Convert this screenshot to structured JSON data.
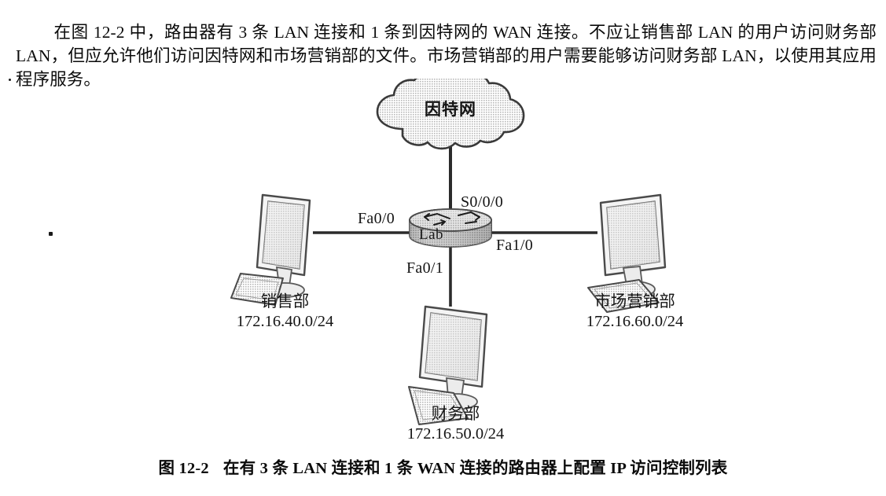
{
  "document": {
    "paragraph_lines": [
      "在图 12-2 中，路由器有 3 条 LAN 连接和 1 条到因特网的 WAN 连接。不应让销售部 LAN 的用户访问财务部 LAN，但应允许他们访问因特网和市场营销部的文件。市场营销部的用户需要能够访问财务部 LAN，以使用其应用程序服务。"
    ],
    "figure_caption": {
      "number": "图 12-2",
      "title": "在有 3 条 LAN 连接和 1 条 WAN 连接的路由器上配置 IP 访问控制列表"
    }
  },
  "diagram": {
    "type": "network-topology",
    "cloud": {
      "label": "因特网"
    },
    "router": {
      "label": "Lab",
      "icon": "router-cylinder-icon"
    },
    "interfaces": {
      "wan": "S0/0/0",
      "lan_left": "Fa0/0",
      "lan_right": "Fa1/0",
      "lan_bottom": "Fa0/1"
    },
    "nodes": [
      {
        "id": "sales",
        "name": "销售部",
        "subnet": "172.16.40.0/24",
        "icon": "desktop-computer-icon",
        "position": "left"
      },
      {
        "id": "marketing",
        "name": "市场营销部",
        "subnet": "172.16.60.0/24",
        "icon": "desktop-computer-icon",
        "position": "right"
      },
      {
        "id": "finance",
        "name": "财务部",
        "subnet": "172.16.50.0/24",
        "icon": "desktop-computer-icon",
        "position": "bottom"
      }
    ],
    "colors": {
      "line": "#2b2b2b",
      "fill_gray": "#d6d6d6",
      "outline": "#3a3a3a",
      "background": "#ffffff"
    }
  }
}
